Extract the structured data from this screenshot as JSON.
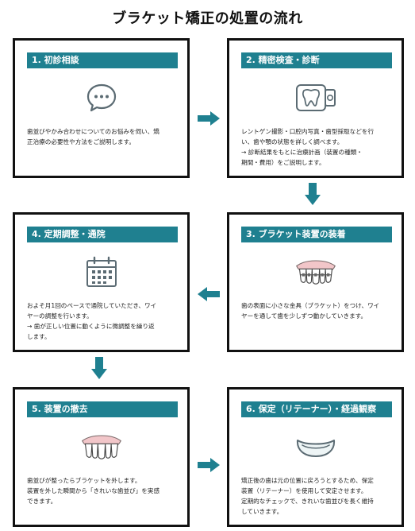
{
  "title": "ブラケット矯正の処置の流れ",
  "colors": {
    "accent": "#1f8090",
    "border": "#111111",
    "icon": "#5b6b73"
  },
  "steps": [
    {
      "heading": "1. 初診相談",
      "icon": "chat-bubble-icon",
      "lines": [
        "歯並びやかみ合わせについてのお悩みを伺い、矯",
        "正治療の必要性や方法をご説明します。"
      ]
    },
    {
      "heading": "2. 精密検査・診断",
      "icon": "dental-xray-icon",
      "lines": [
        "レントゲン撮影・口腔内写真・歯型採取などを行",
        "い、歯や顎の状態を詳しく調べます。",
        "→ 診断結果をもとに治療計画（装置の種類・",
        "期間・費用）をご説明します。"
      ]
    },
    {
      "heading": "3. ブラケット装置の装着",
      "icon": "teeth-with-braces-icon",
      "lines": [
        "歯の表面に小さな金具（ブラケット）をつけ、ワイ",
        "ヤーを通して歯を少しずつ動かしていきます。"
      ]
    },
    {
      "heading": "4. 定期調整・通院",
      "icon": "calendar-icon",
      "lines": [
        "およそ月1回のペースで通院していただき、ワイ",
        "ヤーの調整を行います。",
        "→ 歯が正しい位置に動くように微調整を繰り返",
        "します。"
      ]
    },
    {
      "heading": "5. 装置の撤去",
      "icon": "teeth-icon",
      "lines": [
        "歯並びが整ったらブラケットを外します。",
        "装置を外した瞬間から「きれいな歯並び」を実感",
        "できます。"
      ]
    },
    {
      "heading": "6. 保定（リテーナー）・経過観察",
      "icon": "retainer-icon",
      "lines": [
        "矯正後の歯は元の位置に戻ろうとするため、保定",
        "装置（リテーナー）を使用して安定させます。",
        "定期的なチェックで、きれいな歯並びを長く維持",
        "していきます。"
      ]
    }
  ]
}
